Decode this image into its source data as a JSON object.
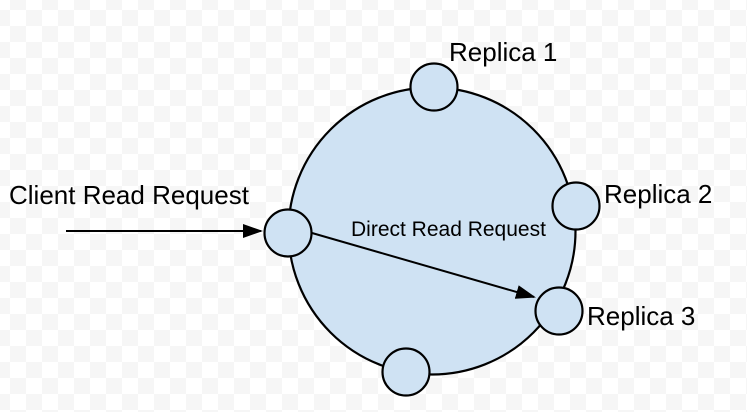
{
  "diagram": {
    "title_hint": "replica ring read path",
    "labels": {
      "client_read_request": "Client Read Request",
      "direct_read_request": "Direct Read Request",
      "replica_1": "Replica 1",
      "replica_2": "Replica 2",
      "replica_3": "Replica 3"
    },
    "colors": {
      "node_fill": "#cfe2f3",
      "stroke": "#000000",
      "text": "#000000",
      "arrow": "#000000",
      "checker_light": "#ffffff",
      "checker_dark": "#f6f6f6"
    }
  }
}
